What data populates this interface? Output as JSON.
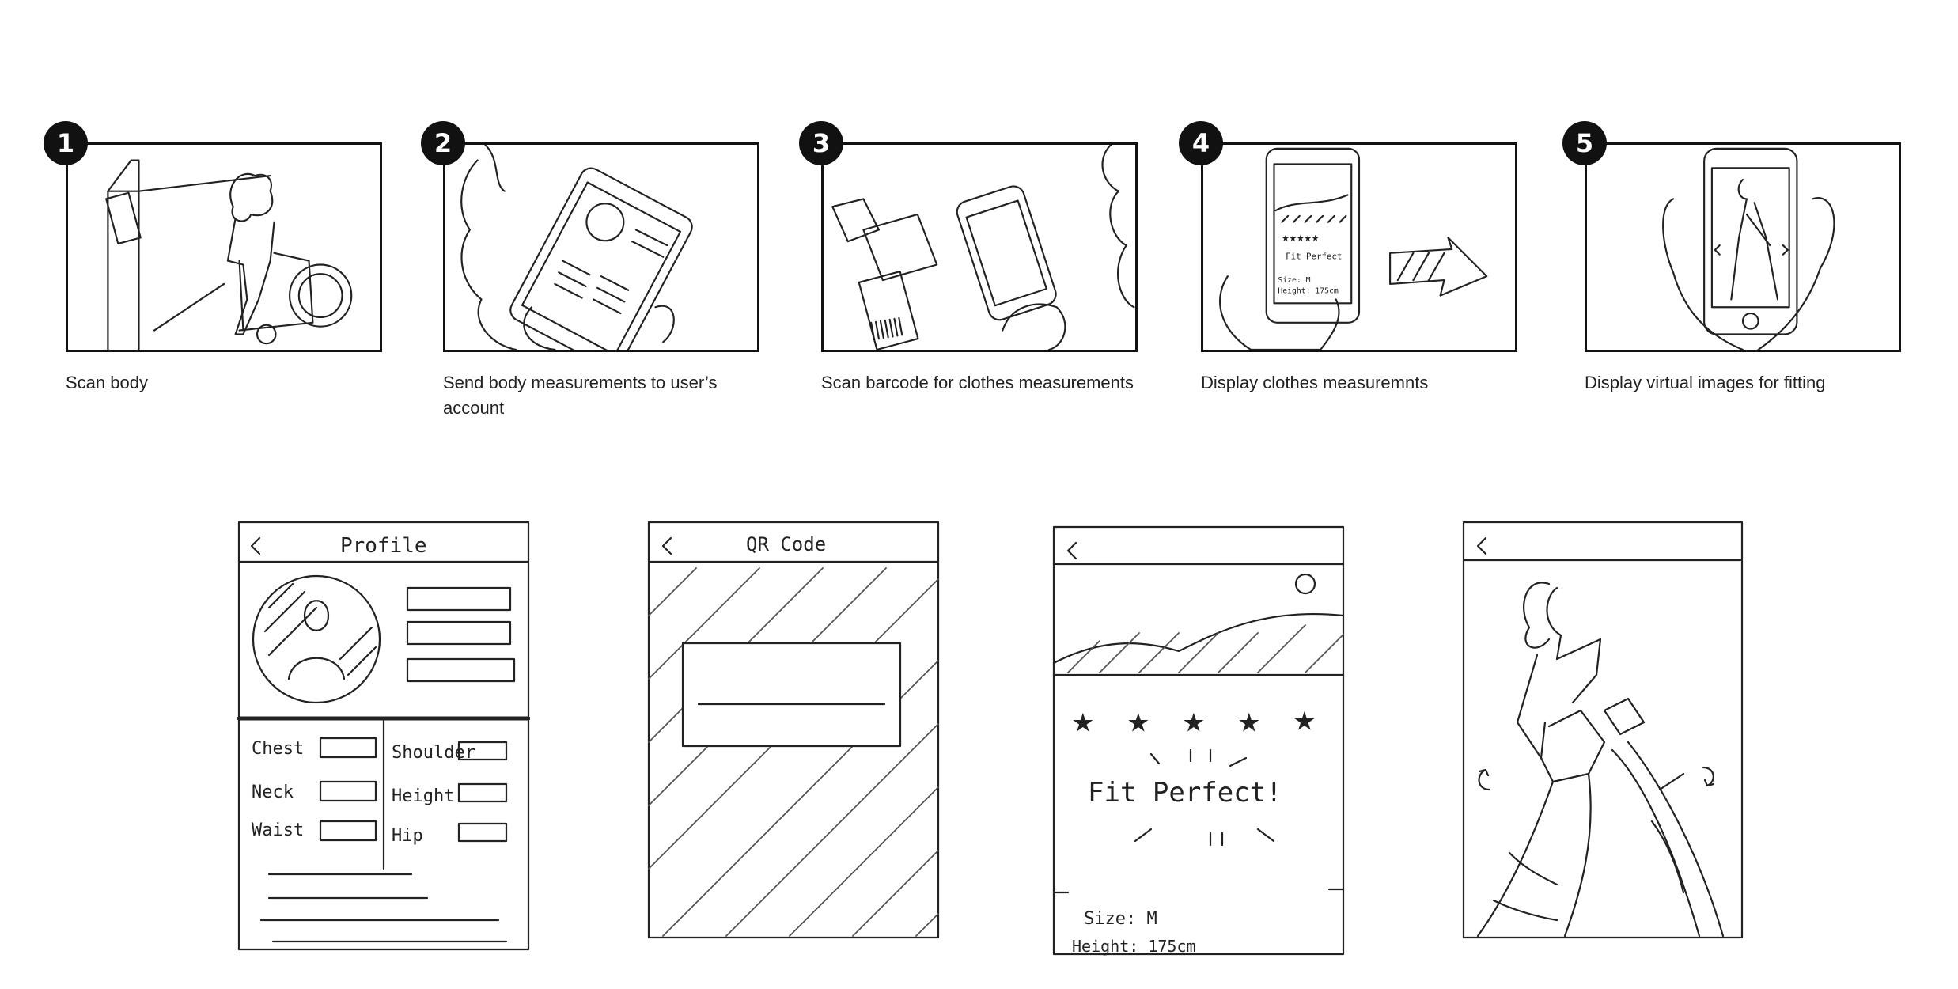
{
  "steps": [
    {
      "number": "1",
      "caption": "Scan body"
    },
    {
      "number": "2",
      "caption": "Send body measurements to user’s account"
    },
    {
      "number": "3",
      "caption": "Scan barcode for clothes measurements"
    },
    {
      "number": "4",
      "caption": "Display clothes measuremnts"
    },
    {
      "number": "5",
      "caption": "Display virtual images for fitting"
    }
  ],
  "wireframes": {
    "profile": {
      "title": "Profile",
      "fields": {
        "chest": "Chest",
        "shoulder": "Shoulder",
        "neck": "Neck",
        "height": "Height",
        "waist": "Waist",
        "hip": "Hip"
      }
    },
    "qr": {
      "title": "QR Code"
    },
    "fit": {
      "message": "Fit Perfect!",
      "size_line": "Size: M",
      "height_line": "Height: 175cm",
      "stars": 5
    },
    "virtual": {}
  },
  "icons": {
    "back": "back-chevron-icon",
    "star": "star-icon",
    "rotate": "rotate-arrow-icon"
  }
}
